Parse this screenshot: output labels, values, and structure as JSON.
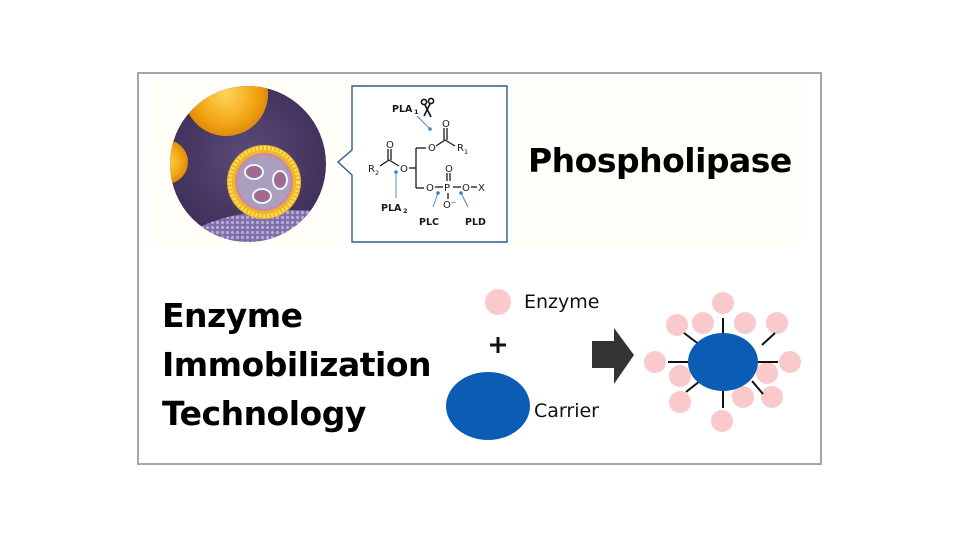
{
  "colors": {
    "frame_border": "#a6a6a6",
    "top_panel_bg": "#fffef8",
    "callout_border": "#2e5f8e",
    "enzyme_pink": "#f9c9cc",
    "carrier_blue": "#0b5cb5",
    "arrow": "#333333",
    "membrane_purple": "#4a3b66",
    "vesicle_yellow": "#f2b21a"
  },
  "top_section": {
    "title": "Phospholipase",
    "illustration": "lipid-vesicle-on-membrane",
    "callout": {
      "labels": {
        "pla1": "PLA",
        "pla1_sub": "1",
        "pla2": "PLA",
        "pla2_sub": "2",
        "plc": "PLC",
        "pld": "PLD",
        "r1": "R",
        "r1_sub": "1",
        "r2": "R",
        "r2_sub": "2",
        "o": "O",
        "p": "P",
        "x": "X",
        "o_minus": "O⁻"
      },
      "icon": "scissors-icon"
    }
  },
  "bottom_section": {
    "title_lines": [
      "Enzyme",
      "Immobilization",
      "Technology"
    ],
    "legend": {
      "enzyme_label": "Enzyme",
      "plus": "+",
      "carrier_label": "Carrier"
    },
    "arrow": "right-arrow-icon",
    "immobilized": {
      "attached_enzyme_count": 13,
      "linker_count": 8
    }
  }
}
